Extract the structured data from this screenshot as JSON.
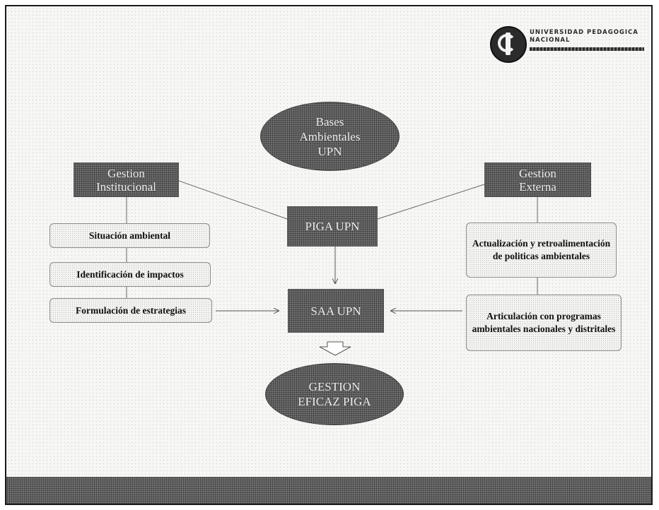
{
  "logo": {
    "line1": "UNIVERSIDAD PEDAGOGICA",
    "line2": "NACIONAL"
  },
  "nodes": {
    "bases": "Bases Ambientales UPN",
    "gestion_institucional": "Gestion Institucional",
    "gestion_externa": "Gestion Externa",
    "piga": "PIGA UPN",
    "situacion": "Situación ambiental",
    "identificacion": "Identificación de impactos",
    "formulacion": "Formulación de estrategias",
    "saa": "SAA UPN",
    "actualizacion": "Actualización y retroalimentación de politicas ambientales",
    "articulacion": "Articulación con programas ambientales nacionales y distritales",
    "gestion_eficaz": "GESTION EFICAZ PIGA"
  },
  "colors": {
    "dark_fill": "#6d6d6d",
    "light_fill": "#f4f4f2",
    "line": "#555555"
  }
}
